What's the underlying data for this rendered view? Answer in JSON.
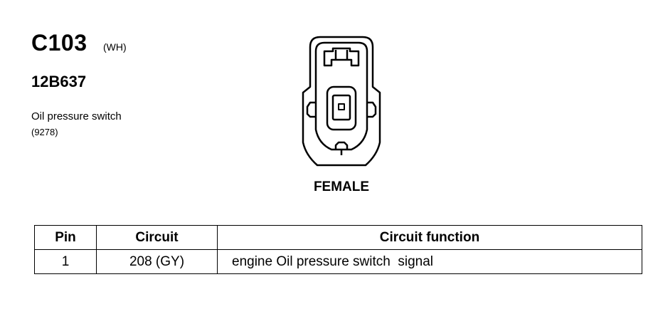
{
  "connector": {
    "id": "C103",
    "color_code": "(WH)",
    "part_number": "12B637",
    "description": "Oil pressure switch",
    "description_code": "(9278)",
    "gender_label": "FEMALE"
  },
  "table": {
    "headers": [
      "Pin",
      "Circuit",
      "Circuit function"
    ],
    "rows": [
      {
        "pin": "1",
        "circuit": "208 (GY)",
        "function": "engine Oil pressure switch  signal"
      }
    ]
  }
}
